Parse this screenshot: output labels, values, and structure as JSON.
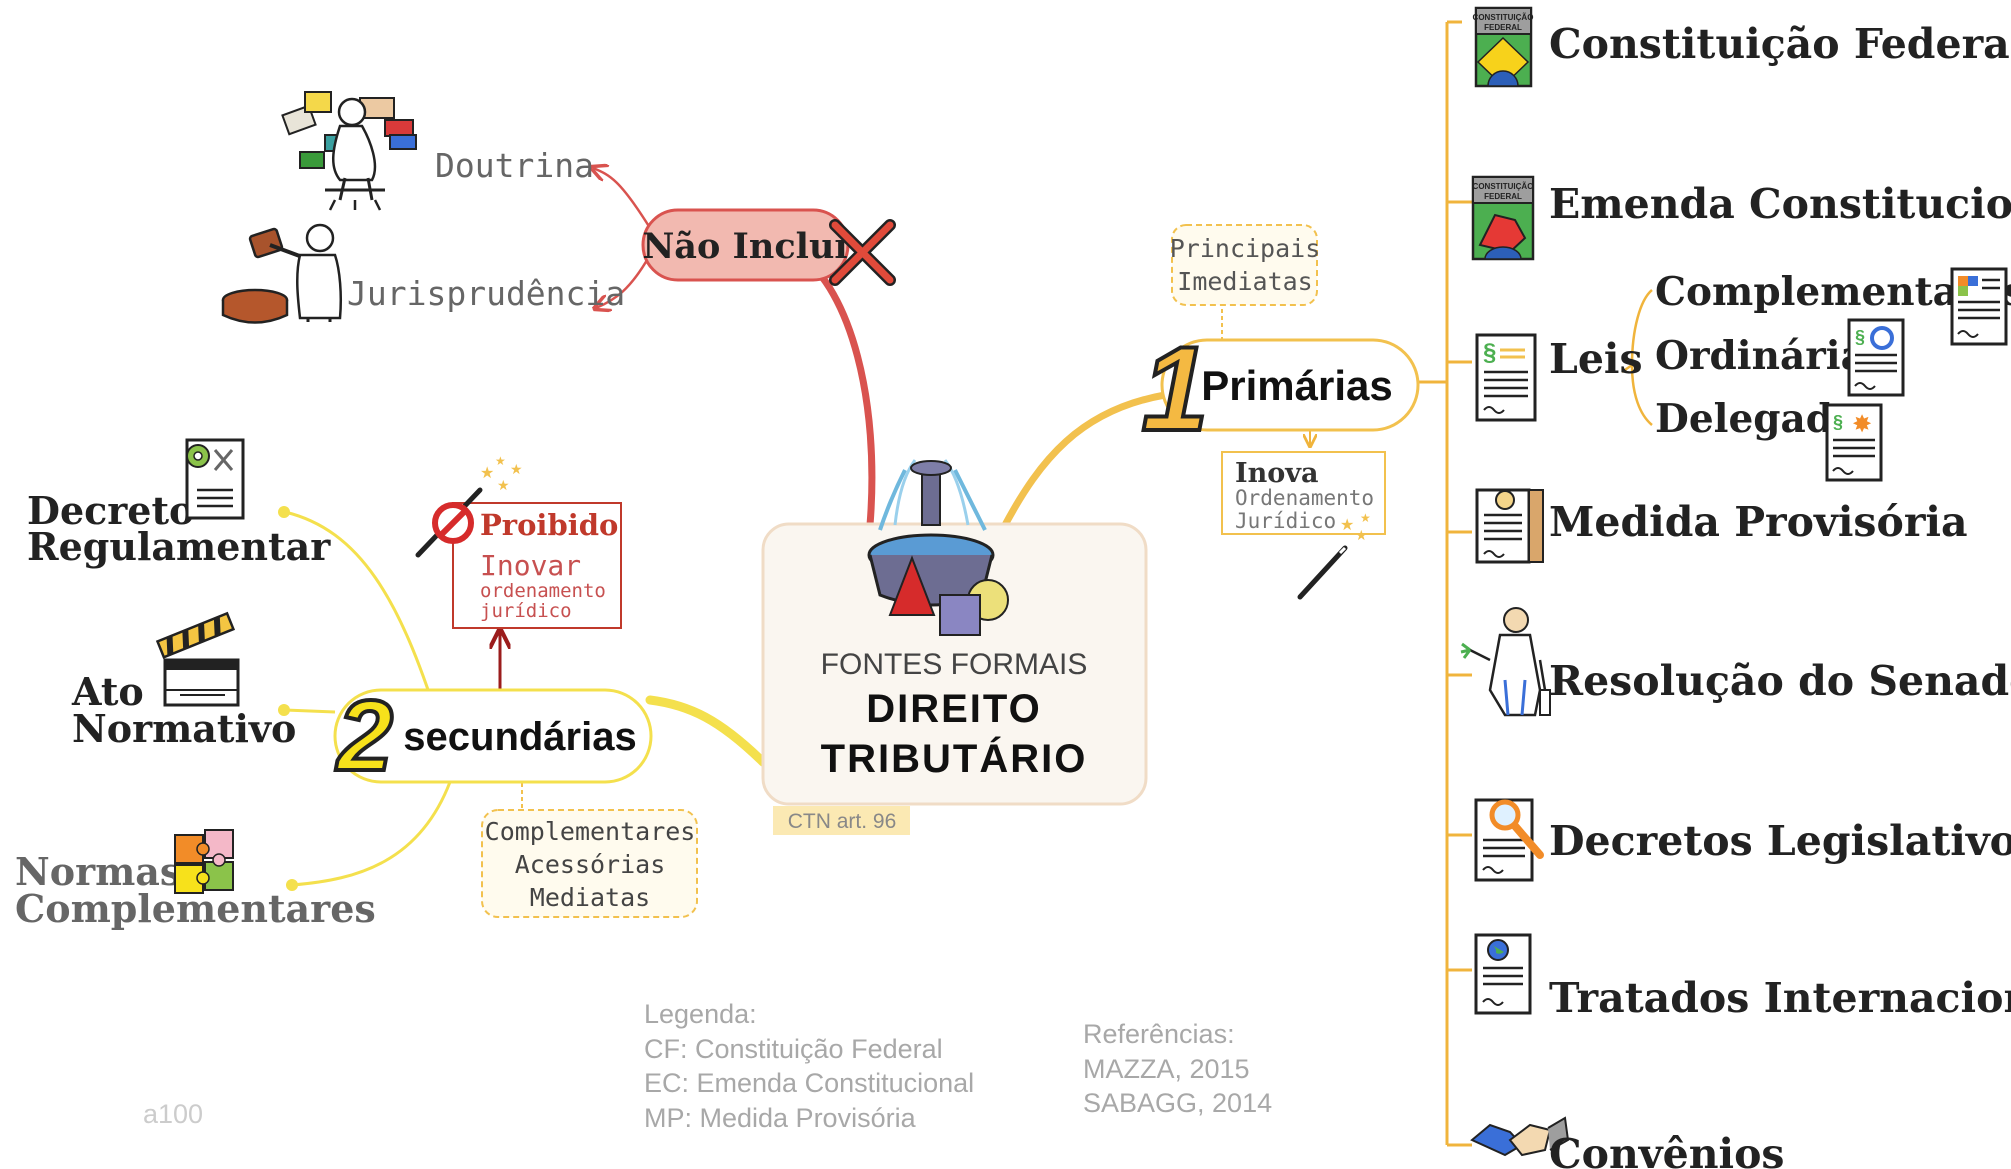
{
  "central": {
    "line1": "FONTES FORMAIS",
    "line2": "DIREITO",
    "line3": "TRIBUTÁRIO",
    "tag": "CTN art. 96"
  },
  "nao_inclui": {
    "label": "Não Inclui",
    "items": [
      "Doutrina",
      "Jurisprudência"
    ]
  },
  "primarias": {
    "number": "1",
    "label": "Primárias",
    "note": [
      "Principais",
      "Imediatas"
    ],
    "inova": [
      "Inova",
      "Ordenamento",
      "Jurídico"
    ]
  },
  "secundarias": {
    "number": "2",
    "label": "secundárias",
    "note": [
      "Complementares",
      "Acessórias",
      "Mediatas"
    ],
    "proibido": {
      "title": "Proibido",
      "line1": "Inovar",
      "line2": "ordenamento",
      "line3": "jurídico"
    },
    "items": [
      [
        "Decreto",
        "Regulamentar"
      ],
      [
        "Ato",
        "Normativo"
      ],
      [
        "Normas",
        "Complementares"
      ]
    ]
  },
  "primary_items": [
    "Constituição Federal",
    "Emenda Constitucional",
    "Leis",
    "Medida Provisória",
    "Resolução do Senado",
    "Decretos Legislativos",
    "Tratados Internacionais",
    "Convênios"
  ],
  "leis_sub": [
    "Complementares",
    "Ordinárias",
    "Delegadas"
  ],
  "icon_text": {
    "cf_line1": "CONSTITUIÇÃO",
    "cf_line2": "FEDERAL",
    "lei_symbol": "§"
  },
  "legenda": {
    "title": "Legenda:",
    "lines": [
      "CF: Constituição Federal",
      "EC: Emenda Constitucional",
      "MP: Medida Provisória"
    ]
  },
  "referencias": {
    "title": "Referências:",
    "lines": [
      "MAZZA, 2015",
      "SABAGG, 2014"
    ]
  },
  "watermark": "a100",
  "colors": {
    "red_branch": "#d9534f",
    "red_fill": "#f2b9b0",
    "yellow_branch": "#f4e04d",
    "gold_branch": "#f2c14e",
    "orange_tree": "#f0b43c",
    "number_one": "#f4b942",
    "number_two": "#f7e11b",
    "legend_gray": "#a8a8a8"
  }
}
